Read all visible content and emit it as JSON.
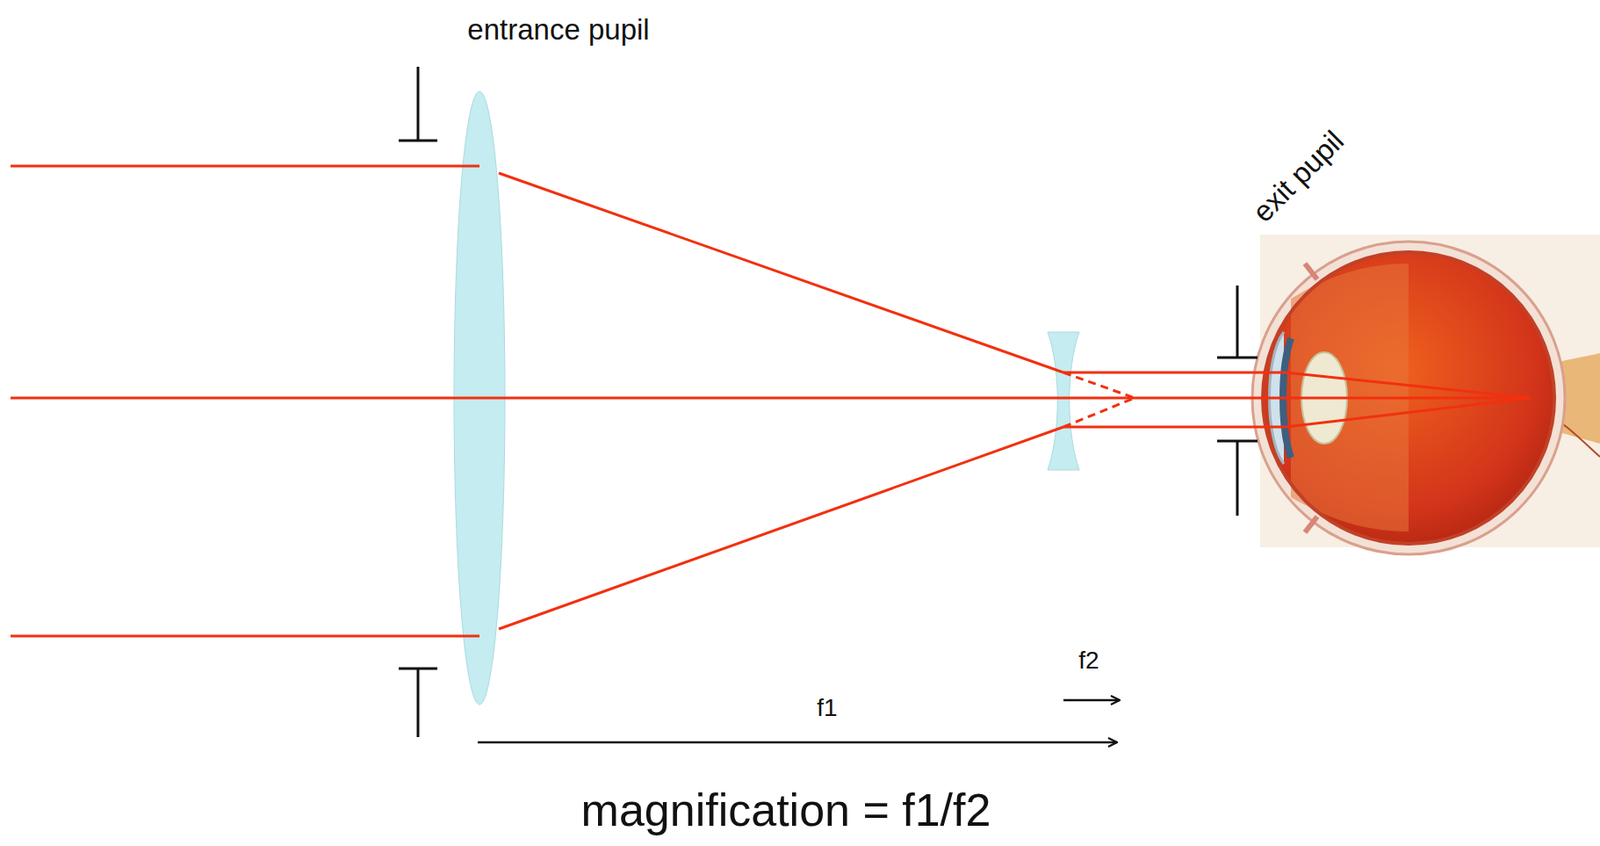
{
  "diagram": {
    "labels": [
      "entrance pupil",
      "exit pupil",
      "f2",
      "f1",
      "magnification = f1/f2"
    ]
  }
}
